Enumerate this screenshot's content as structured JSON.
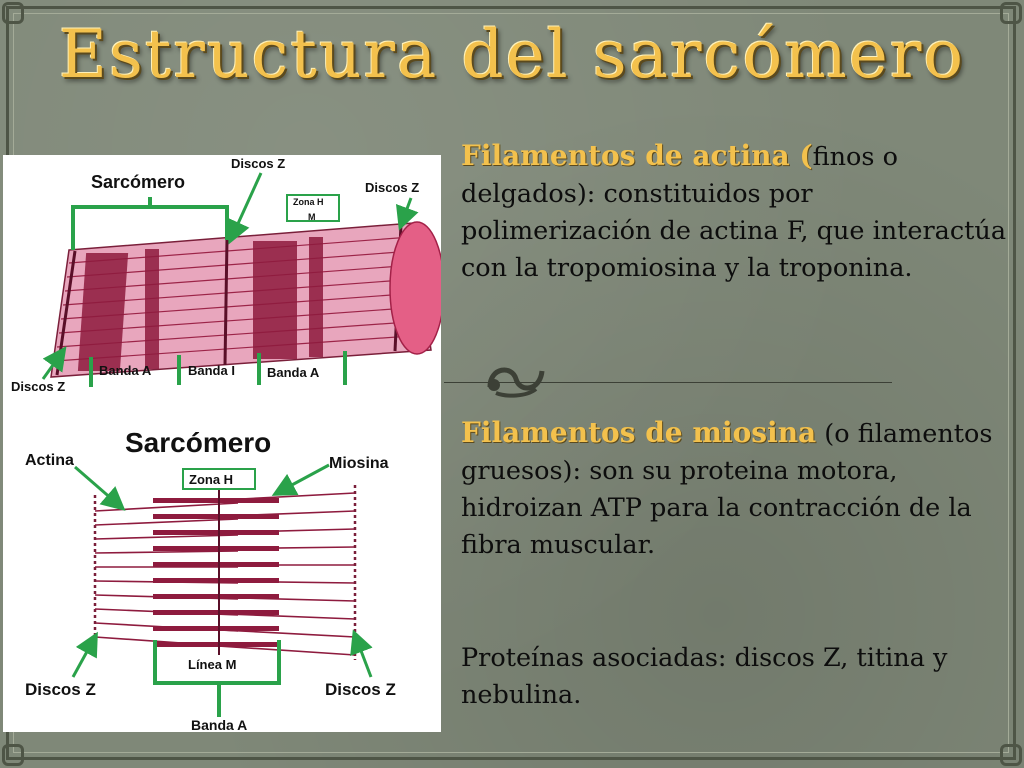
{
  "slide": {
    "title": "Estructura del sarcómero",
    "accent_color": "#f3c14d",
    "background_color": "#7f8878"
  },
  "figure_top": {
    "labels": {
      "sarcomero": "Sarcómero",
      "discos_z_top": "Discos Z",
      "discos_z_right": "Discos Z",
      "zona_h": "Zona H",
      "m": "M",
      "discos_z_bottom": "Discos Z",
      "banda_a_1": "Banda A",
      "banda_i": "Banda I",
      "banda_a_2": "Banda A"
    }
  },
  "figure_bottom": {
    "labels": {
      "title": "Sarcómero",
      "actina": "Actina",
      "zona_h": "Zona H",
      "miosina": "Miosina",
      "linea_m": "Línea M",
      "discos_z_left": "Discos Z",
      "discos_z_right": "Discos Z",
      "banda_a": "Banda A"
    }
  },
  "paragraphs": {
    "p1": {
      "head": "Filamentos de actina (",
      "body_1": "finos o",
      "body_2": "delgados",
      "body_3": "): constituidos por polimerización de actina F, que interactúa con la tropomiosina y la troponina."
    },
    "p2": {
      "head": "Filamentos de miosina",
      "body": " (o filamentos gruesos): son su proteina motora, hidroizan ATP para la contracción de la fibra muscular."
    },
    "p3": {
      "body": "Proteínas asociadas: discos Z, titina y nebulina."
    }
  }
}
